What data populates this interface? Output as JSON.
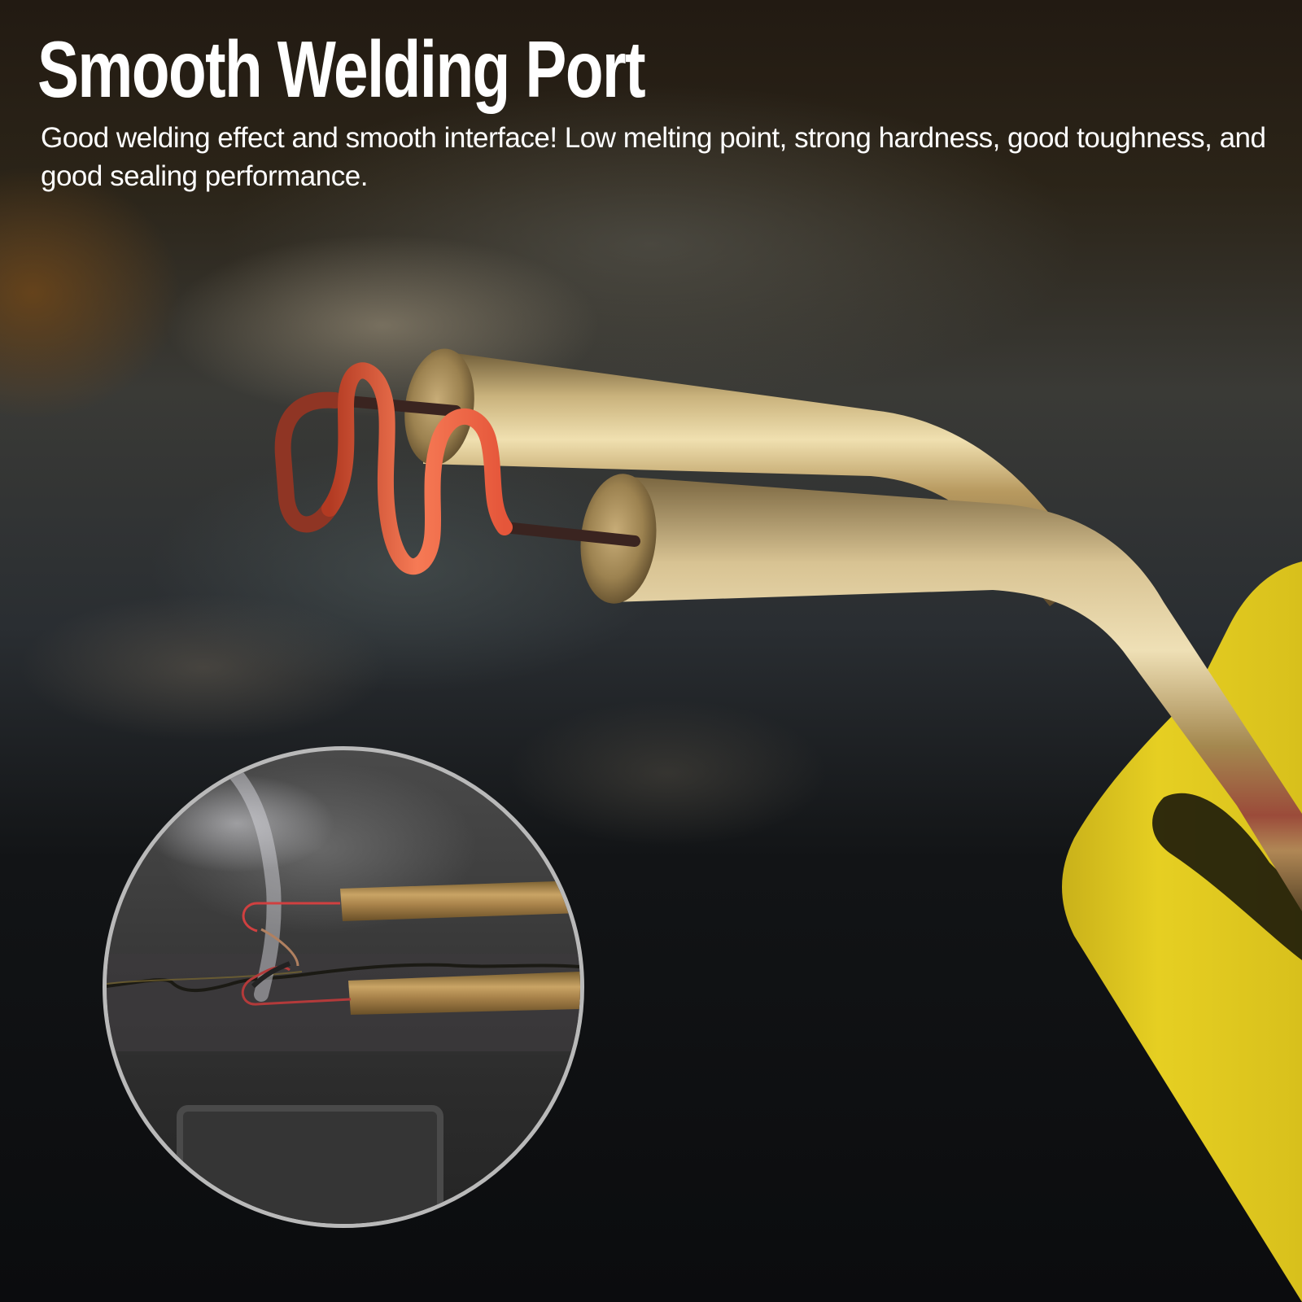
{
  "banner": {
    "headline": "Smooth Welding Port",
    "description": "Good welding effect and smooth interface! Low melting point, strong hardness, good toughness, and good sealing performance."
  },
  "product_image": {
    "subject": "hot-stapler-brass-electrodes-with-glowing-wave-staple",
    "handle_color": "#e0c718",
    "electrode_color": "#b79a5e",
    "staple_hot_color": "#f26a45"
  },
  "inset_image": {
    "subject": "staple-melting-into-plastic-bumper-crack",
    "border_color": "#b9b9b9"
  }
}
